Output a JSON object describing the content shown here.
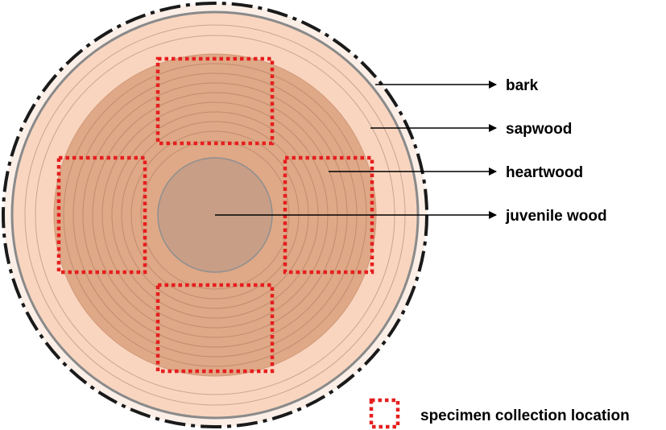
{
  "labels": {
    "bark": "bark",
    "sapwood": "sapwood",
    "heartwood": "heartwood",
    "juvenile_wood": "juvenile wood"
  },
  "legend": {
    "specimen": "specimen collection location"
  },
  "colors": {
    "bark": "#fbeee6",
    "sapwood": "#f9d5bf",
    "heartwood": "#dfa886",
    "juvenile_wood": "#c89e87",
    "rings": "#c08d70",
    "specimen_box": "#e61e1e",
    "outline": "#1a1a1a"
  }
}
